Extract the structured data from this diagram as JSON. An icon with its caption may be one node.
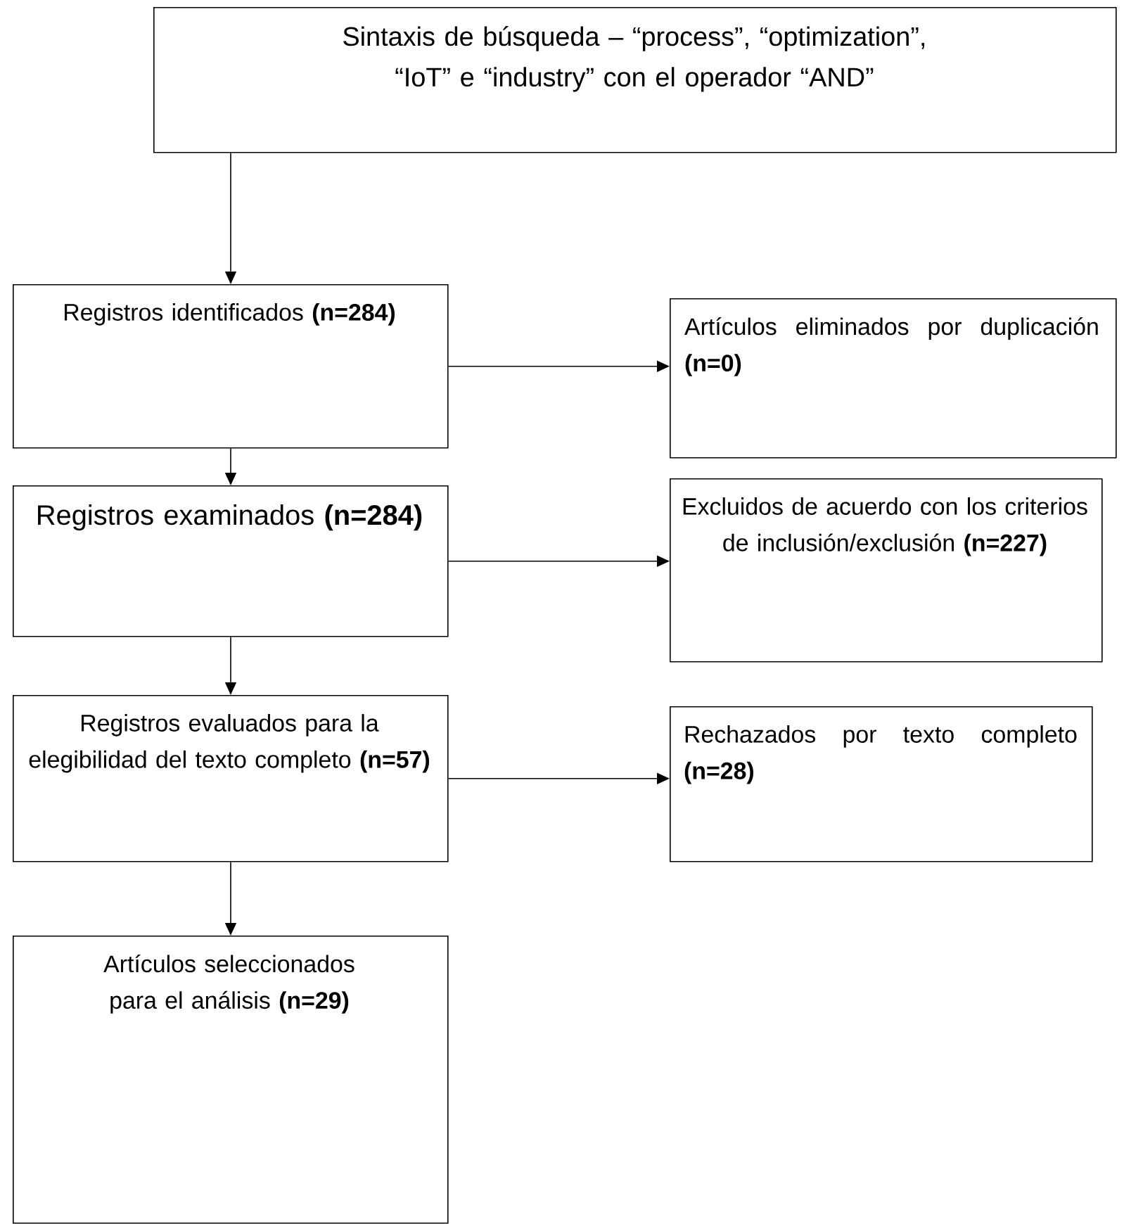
{
  "diagram": {
    "nodes": [
      {
        "text": [
          "Sintaxis de búsqueda – “process”, “optimization”, “IoT” e “industry” con el operador “AND”"
        ]
      },
      {
        "text": [
          "Registros identificados **(n=284)**"
        ]
      },
      {
        "text": [
          "Artículos eliminados por duplicación **(n=0)**"
        ]
      },
      {
        "text": [
          "Registros examinados **(n=284)**"
        ]
      },
      {
        "text": [
          "Excluidos de acuerdo con los criterios de inclusión/exclusión **(n=227)**"
        ]
      },
      {
        "text": [
          "Registros evaluados para la elegibilidad del texto completo **(n=57)**"
        ]
      },
      {
        "text": [
          "Rechazados por texto completo **(n=28)**"
        ]
      },
      {
        "text": [
          "Artículos seleccionados para el análisis **(n=29)**"
        ]
      }
    ],
    "edges": [
      {
        "from": 0,
        "to": 1,
        "arrow": "to"
      },
      {
        "from": 1,
        "to": 2,
        "arrow": "to"
      },
      {
        "from": 1,
        "to": 3,
        "arrow": "to"
      },
      {
        "from": 3,
        "to": 4,
        "arrow": "to"
      },
      {
        "from": 3,
        "to": 5,
        "arrow": "to"
      },
      {
        "from": 5,
        "to": 6,
        "arrow": "to"
      },
      {
        "from": 5,
        "to": 7,
        "arrow": "to"
      }
    ]
  }
}
